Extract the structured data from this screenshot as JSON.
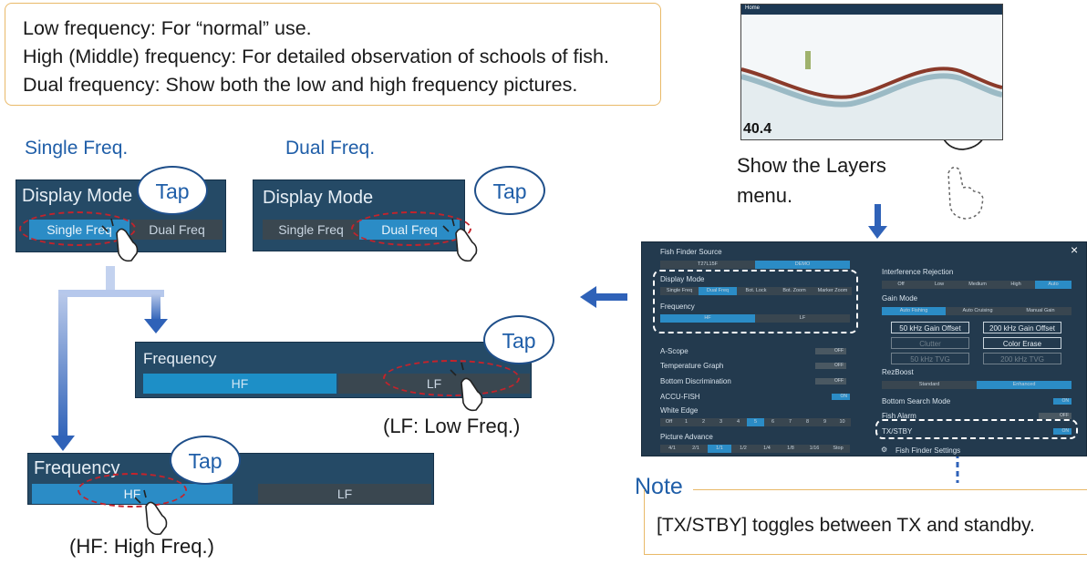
{
  "intro": {
    "line1": "Low frequency: For “normal” use.",
    "line2": "High (Middle) frequency: For detailed observation of schools of fish.",
    "line3": "Dual frequency: Show both the low and high frequency pictures."
  },
  "single_label": "Single Freq.",
  "dual_label": "Dual Freq.",
  "tap": "Tap",
  "display_mode": {
    "title": "Display Mode",
    "single": "Single Freq",
    "dual": "Dual Freq"
  },
  "frequency": {
    "title": "Frequency",
    "hf": "HF",
    "lf": "LF"
  },
  "lf_caption": "(LF: Low Freq.)",
  "hf_caption": "(HF: High Freq.)",
  "layers": {
    "line1": "Show the Layers",
    "line2": "menu."
  },
  "sounder": {
    "home": "Home",
    "depth": "40.4"
  },
  "menu": {
    "source_title": "Fish Finder Source",
    "source_opts": [
      "T27L15F",
      "DEMO"
    ],
    "display_mode": "Display Mode",
    "dm_opts": [
      "Single Freq",
      "Dual Freq",
      "Bot. Lock",
      "Bot. Zoom",
      "Marker Zoom"
    ],
    "frequency": "Frequency",
    "freq_opts": [
      "HF",
      "LF"
    ],
    "ascope": "A-Scope",
    "temp_graph": "Temperature Graph",
    "bottom_disc": "Bottom Discrimination",
    "accu": "ACCU-FISH",
    "white_edge": "White Edge",
    "we_opts": [
      "Off",
      "1",
      "2",
      "3",
      "4",
      "5",
      "6",
      "7",
      "8",
      "9",
      "10"
    ],
    "pic_adv": "Picture Advance",
    "pa_opts": [
      "4/1",
      "2/1",
      "1/1",
      "1/2",
      "1/4",
      "1/8",
      "1/16",
      "Stop"
    ],
    "interference": "Interference Rejection",
    "ir_opts": [
      "Off",
      "Low",
      "Medium",
      "High",
      "Auto"
    ],
    "gain_mode": "Gain Mode",
    "gm_opts": [
      "Auto Fishing",
      "Auto Cruising",
      "Manual Gain"
    ],
    "btn_50k": "50 kHz Gain Offset",
    "btn_200k": "200 kHz Gain Offset",
    "clutter": "Clutter",
    "color_erase": "Color Erase",
    "tvg50": "50 kHz TVG",
    "tvg200": "200 kHz TVG",
    "rezboost": "RezBoost",
    "rb_opts": [
      "Standard",
      "Enhanced"
    ],
    "bottom_search": "Bottom Search Mode",
    "fish_alarm": "Fish Alarm",
    "txstby": "TX/STBY",
    "settings": "Fish Finder Settings",
    "off": "OFF",
    "on": "ON",
    "close": "×"
  },
  "note": {
    "title": "Note",
    "text": "[TX/STBY] toggles between TX and standby."
  }
}
